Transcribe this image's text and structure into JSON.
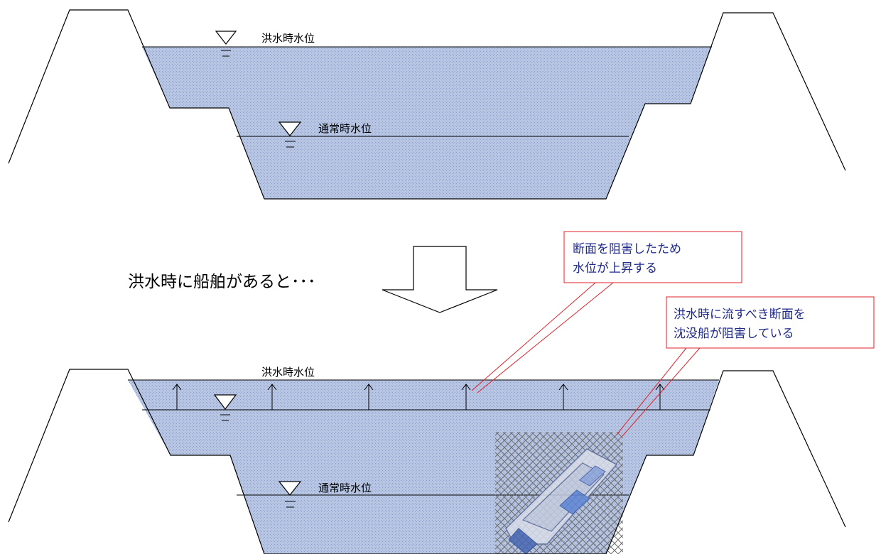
{
  "top_diagram": {
    "flood_level_label": "洪水時水位",
    "normal_level_label": "通常時水位"
  },
  "transition": {
    "heading": "洪水時に船舶があると･･･"
  },
  "bottom_diagram": {
    "flood_level_label": "洪水時水位",
    "normal_level_label": "通常時水位"
  },
  "callouts": {
    "water_rise": {
      "line1": "断面を阻害したため",
      "line2": "水位が上昇する"
    },
    "obstruction": {
      "line1": "洪水時に流すべき断面を",
      "line2": "沈没船が阻害している"
    }
  },
  "colors": {
    "water": "#b8c6e2",
    "water_stipple": "#8d9fc8",
    "callout_border": "#e0202a",
    "callout_text": "#1f2a8a",
    "hatch": "#6f6f6f"
  }
}
